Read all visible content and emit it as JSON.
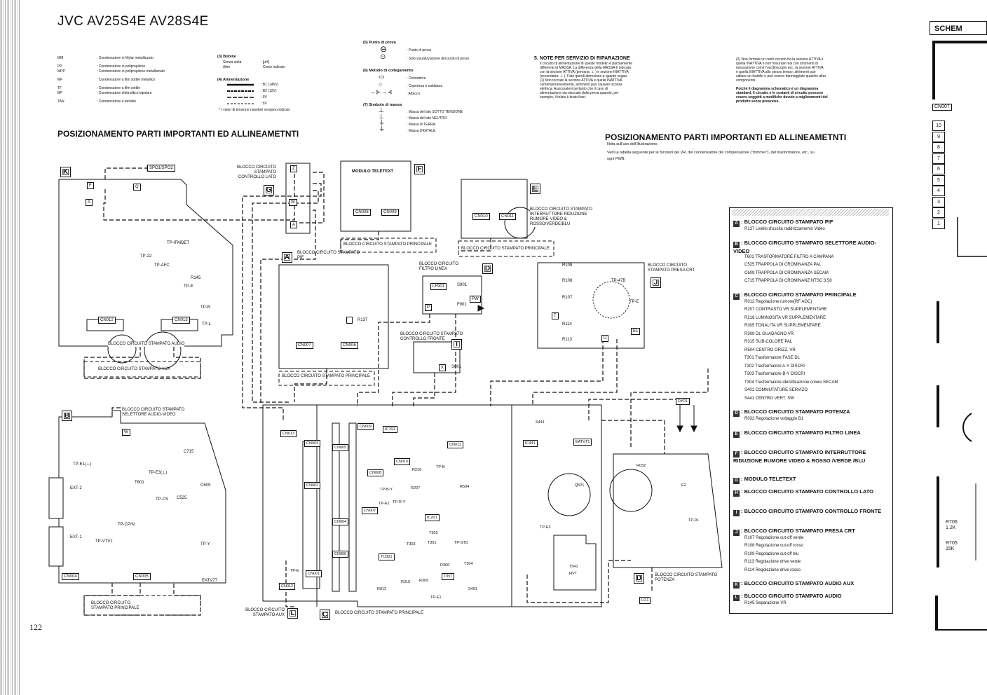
{
  "title": "JVC  AV25S4E  AV28S4E",
  "page_number": "122",
  "legend_left": [
    {
      "code": "MM",
      "desc": ": Condensatore in Mylar metallizzato"
    },
    {
      "code": "PP",
      "desc": ": Condensatore in polipropilene"
    },
    {
      "code": "MPP",
      "desc": ": Condensatore in polipropilene metallizzato"
    },
    {
      "code": "MF",
      "desc": ": Condensatore a film sottile metallico"
    },
    {
      "code": "TF",
      "desc": ": Condensatore a film sottile"
    },
    {
      "code": "BP",
      "desc": ": Condensatore elettrolitico bipolare"
    },
    {
      "code": "TAN",
      "desc": ": Condensatore a tantalio"
    }
  ],
  "bobine": {
    "title": "(3) Bobine",
    "r1": "Senza unità",
    "r1v": ": [μH]",
    "r2": "Altre",
    "r2v": ": Come indicato"
  },
  "alimentazione": {
    "title": "(4) Alimentazione",
    "b1": ": B1 (145V)",
    "b2": ": B2 (12V)",
    "v9": ": 9V",
    "v5": ": 5V",
    "note": "*  I valori di tensione rispettivi vengono indicati."
  },
  "punto_prova": {
    "title": "(5) Punto di prova",
    "a": ": Punto di prova",
    "b": ": Solo visualizzazione del punto di prova"
  },
  "metodo": {
    "title": "(6) Metodo di collegamento",
    "a": ": Connettore",
    "b": ": Copertura o saldatura",
    "c": ": Attacco"
  },
  "simbolo_massa": {
    "title": "(7) Simbolo di massa",
    "a": ": Massa del lato SOTTO TENSIONE",
    "b": ": Massa del lato NEUTRO",
    "c": ": Massa di TERRA",
    "d": ": Massa DIGITALE"
  },
  "note_servizio": {
    "title": "5.  NOTE PER SERVIZIO DI RIPARAZIONE",
    "lines": [
      "Il circuito di alimentazione di questo modello è parzialmente",
      "differente di MASSA. La differenza della MASSA è indicata",
      "con la sezione ATTIVA (primaria: ⊥ ) e sezione INATTIVA",
      "(secondaria: ⊥ ). Fate quindi attenzione a quanto segue.",
      "(1) Non toccate la sezione ATTIVA e quella INATTIVA",
      "contemporaneamente, altrimenti può causare scossa",
      "elettrica. Assicuratevi pertanto che il cavo di",
      "alimentazione sia staccato dalla presa quando, per",
      "esempio, il telaio è tirato fuori."
    ]
  },
  "note_servizio_2": {
    "lines": [
      "(2) Non formate un certo circuito tra la sezione ATTIVA e",
      "quella INATTIVA o non misurate mai con strumenti di",
      "misurazione come l'oscilloscopio ecc. la sezione ATTIVA",
      "e quella INATTIVA allo stesso tempo, altrimenti può",
      "saltare un fusibile o può essere danneggiato qualche altro",
      "componente.",
      "",
      "Poiché il diagramma schematico è un diagramma",
      "standard, il circuito e le costanti di circuito possono",
      "essere soggetti a modifiche dovute a miglioramenti del",
      "prodotto senza preavviso."
    ]
  },
  "heading_left": "POSIZIONAMENTO PARTI IMPORTANTI ED ALLINEAMETNTI",
  "heading_right": "POSIZIONAMENTO PARTI IMPORTANTI ED ALLINEAMETNTI",
  "right_intro": {
    "l1": "Nota sull'uso dell'illustrazione.",
    "l2": "Vedi la tabella seguente per le funzioni dei VR, del condensatore del compensatore (\"trimmer\"), del trasformatore, etc., su",
    "l3": "ogni PWB."
  },
  "boards": {
    "k_label": "K",
    "spo": "SPO1/SPO2",
    "k_tp": [
      "TP-IFMDET",
      "TP-22",
      "TP-AFC",
      "R145",
      "TP-E",
      "TP-R",
      "TP-L"
    ],
    "cn012": "CN012",
    "cn013": "CN013",
    "audio": "BLOCCO CIRCUITO STAMPATO AUDIO",
    "aux": "BLOCCO CIRCUITO STAMPATO AUX",
    "g_label": "BLOCCO CIRCUITO STAMPATO CONTROLLO LATO",
    "f_title": "MODULO TELETEXT",
    "f_cn": [
      "CN008",
      "CN009"
    ],
    "e_cn": [
      "CN010",
      "CN011"
    ],
    "e_label": "BLOCCO CIRCUITO STAMPATO INTERRUTTORE RIDUZIONE RUMORE VIDEO & ROSSO/VERDE/BLU",
    "principale": "BLOCCO CIRCUITO STAMPATO PRINCIPALE",
    "a_label": "BLOCCO CIRCUITO STAMPATO PIF",
    "a_cn": [
      "CN007",
      "CN006"
    ],
    "r137": "R137",
    "filtro": "BLOCCO CIRCUITO FILTRO LINEA",
    "lf901": "LF901",
    "s901": "S901",
    "f901": "F901",
    "pw": "PW",
    "fronte": "BLOCCO CIRCUITO STAMPATO CONTROLLO FRONTE",
    "s001": "S001",
    "crt": "BLOCCO CIRCUITO STAMPATO PRESA CRT",
    "crt_parts": [
      "R109",
      "R108",
      "R107",
      "R114",
      "R113",
      "TP-47B",
      "TP-E"
    ],
    "b_label": "BLOCCO CIRCUITO STAMPATO SELETTORE AUDIO-VIDEO",
    "b_parts": [
      "C715",
      "TP-E1(⊥)",
      "TP-E3(⊥)",
      "T601",
      "C609",
      "TP-CS",
      "C525",
      "EXT-2",
      "TP-CP/N",
      "EXT-1",
      "TP-VTV1",
      "TP-Y",
      "CN004",
      "CN005",
      "EATV77"
    ],
    "main_parts": [
      "CN013",
      "CN003",
      "CN005",
      "CN002",
      "CN004",
      "CN006",
      "CN009",
      "IC701",
      "CN011",
      "CN010",
      "R216",
      "TP-B",
      "CN008",
      "R207",
      "TP-B-Y",
      "R504",
      "TP-E2",
      "TP-R-Y",
      "CN007",
      "IC201",
      "T302",
      "T301",
      "T303",
      "TP-STD",
      "R306",
      "TINT",
      "T304",
      "R315",
      "R309",
      "S401",
      "R012",
      "TP-E1",
      "TU301",
      "CN001",
      "CN012",
      "TP-E",
      "S441",
      "IC441",
      "EATVT1",
      "Q521",
      "TP-E3",
      "T541",
      "HVT",
      "DY01",
      "R032",
      "E2",
      "TP-91",
      "LO1"
    ],
    "aux_small": "BLOCCO CIRCUITO STAMPATO AUX",
    "potenza": "BLOCCO CIRCUITO STAMPATO POTENZA"
  },
  "list": [
    {
      "sym": "A",
      "title": "BLOCCO CIRCUITO STAMPATO PIF",
      "items": [
        "R137  Livello d'uscita raddrizzamento Video"
      ]
    },
    {
      "sym": "B",
      "title": "BLOCCO CIRCUITO STAMPATO SELETTORE AUDIO-VIDEO",
      "items": [
        "T601   TRASFORMATORE FILTRO A CAMPANA",
        "C525   TRAPPOLA DI CROMINANZA PAL",
        "C609   TRAPPOLA DI CROMINANZA SECAM",
        "C715   TRAPPOLA DI CROMINANZ NTSC 3.58"
      ]
    },
    {
      "sym": "C",
      "title": "BLOCCO CIRCUITO STAMPATO PRINCIPALE",
      "items": [
        "R012  Regolazione rumore(RF AGC)",
        "R207  CONTRASTO VR SUPPLEMENTARE",
        "R216  LUMINOSITA VR SUPPLEMENTARE",
        "R305  TONALITA VR SUPPLEMENTARE",
        "R309  DL GUADAGNO VR",
        "R315  SUB-COLORE PAL",
        "R504  CENTRO ORIZZ. VR",
        "T301  Trasformatore FASE DL",
        "T302  Trasformatore  A-Y DISCRI",
        "T303  Trasformatore B-Y DISCRI",
        "T304  Trasformatore identificazione colore SECAM",
        "S401  COMMUTATURE SERVIZO",
        "S441  CENTRO VERT. SW"
      ]
    },
    {
      "sym": "D",
      "title": "BLOCCO CIRCUITO STAMPATO POTENZA",
      "items": [
        "R032  Regolazione voltaggio B1"
      ]
    },
    {
      "sym": "E",
      "title": "BLOCCO CIRCUITO STAMPATO FILTRO LINEA",
      "items": []
    },
    {
      "sym": "F",
      "title": "BLOCCO CIRCUITO STAMPATO INTERRUTTORE RIDUZIONE RUMORE VIDEO & ROSSO /VERDE /BLU",
      "items": []
    },
    {
      "sym": "G",
      "title": "MODULO TELETEXT",
      "items": []
    },
    {
      "sym": "H",
      "title": "BLOCCO CIRCUITO STAMPATO CONTROLLO LATO",
      "items": []
    },
    {
      "sym": "I",
      "title": "BLOCCO CIRCUITO STAMPATO CONTROLLO FRONTE",
      "items": []
    },
    {
      "sym": "J",
      "title": "BLOCCO CIRCUITO STAMPATO PRESA CRT",
      "items": [
        "R107  Regolazione cut-off  verde",
        "R108  Regolazione cut-off  rosso",
        "R109  Regolazione cut-off  blu",
        "R113  Regolazione drive verde",
        "R114  Regolazione drive rosso"
      ]
    },
    {
      "sym": "K",
      "title": "BLOCCO CIRCUITO STAMPATO  AUDIO AUX",
      "items": []
    },
    {
      "sym": "L",
      "title": "BLOCCO CIRCUITO STAMPATO AUDIO",
      "items": [
        "R145  Separazione VR"
      ]
    }
  ],
  "right_panel": {
    "header": "SCHEM",
    "cn": "CN007",
    "pins": [
      "10",
      "9",
      "8",
      "7",
      "6",
      "5",
      "4",
      "3",
      "2",
      "1"
    ],
    "r706": "R706",
    "r706v": "1.2K",
    "r705": "R705",
    "r705v": "15K"
  }
}
